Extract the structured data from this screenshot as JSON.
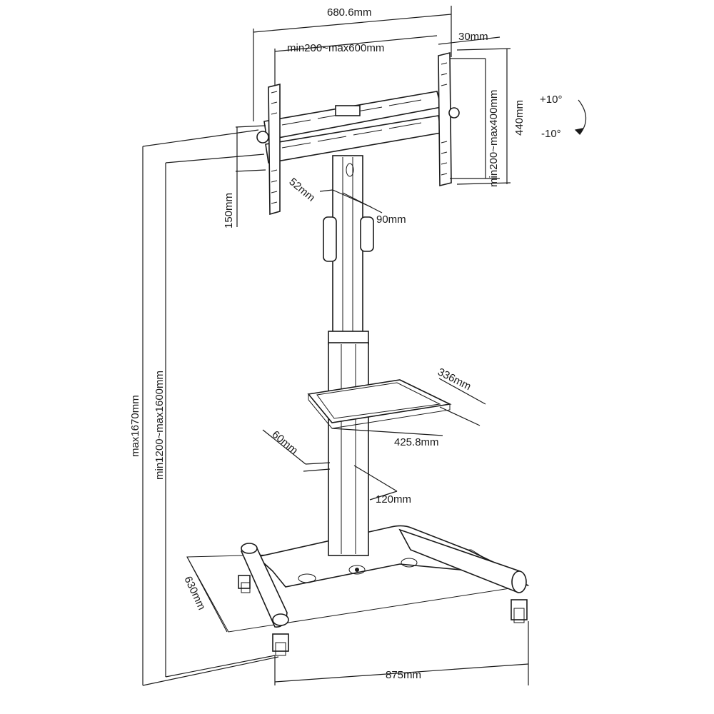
{
  "dimensions": {
    "mount_width": "680.6mm",
    "vesa_horizontal": "min200~max600mm",
    "depth_offset": "30mm",
    "vesa_vertical": "min200~max400mm",
    "mount_height": "440mm",
    "tilt_up": "+10°",
    "tilt_down": "-10°",
    "mount_offset": "150mm",
    "column_depth": "52mm",
    "column_width": "90mm",
    "shelf_depth": "336mm",
    "shelf_width": "425.8mm",
    "lower_column_depth": "60mm",
    "lower_column_width": "120mm",
    "max_height": "max1670mm",
    "height_range": "min1200~max1600mm",
    "base_depth": "630mm",
    "base_width": "875mm"
  }
}
